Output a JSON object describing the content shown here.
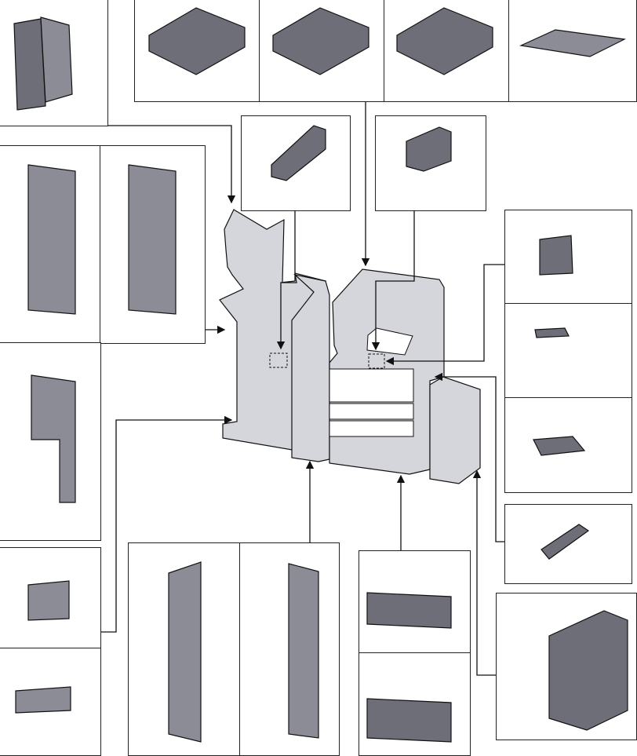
{
  "diagram": {
    "title": "",
    "type": "printer-options-overview",
    "colors": {
      "option_fill": "#6e6e78",
      "main_unit_fill": "#d4d6dc",
      "line": "#111111",
      "background": "#ffffff"
    },
    "option_panels": [
      {
        "id": "mailbox",
        "icon": "mailbox-sorter-icon"
      },
      {
        "id": "document-processor-1",
        "icon": "document-processor-icon"
      },
      {
        "id": "document-processor-2",
        "icon": "document-processor-icon"
      },
      {
        "id": "document-processor-3",
        "icon": "document-processor-icon"
      },
      {
        "id": "platen-cover",
        "icon": "platen-cover-icon"
      },
      {
        "id": "punch-unit",
        "icon": "punch-unit-icon"
      },
      {
        "id": "bridge-unit",
        "icon": "bridge-unit-icon"
      },
      {
        "id": "finisher-4000-1",
        "icon": "document-finisher-icon"
      },
      {
        "id": "finisher-4000-2",
        "icon": "document-finisher-icon"
      },
      {
        "id": "finisher-booklet",
        "icon": "booklet-finisher-icon"
      },
      {
        "id": "folding-unit-1",
        "icon": "folding-unit-icon"
      },
      {
        "id": "folding-unit-2",
        "icon": "folding-unit-icon"
      },
      {
        "id": "inner-finisher",
        "icon": "inner-finisher-icon"
      },
      {
        "id": "inner-job-separator",
        "icon": "job-separator-icon"
      },
      {
        "id": "right-job-separator",
        "icon": "job-separator-icon"
      },
      {
        "id": "fax-kit",
        "icon": "fax-kit-icon"
      },
      {
        "id": "finisher-1000-1",
        "icon": "document-finisher-icon"
      },
      {
        "id": "finisher-1000-2",
        "icon": "document-finisher-icon"
      },
      {
        "id": "paper-feeder-1",
        "icon": "paper-feeder-icon"
      },
      {
        "id": "paper-feeder-2",
        "icon": "paper-feeder-icon"
      },
      {
        "id": "side-feeder",
        "icon": "side-feeder-icon"
      }
    ]
  }
}
